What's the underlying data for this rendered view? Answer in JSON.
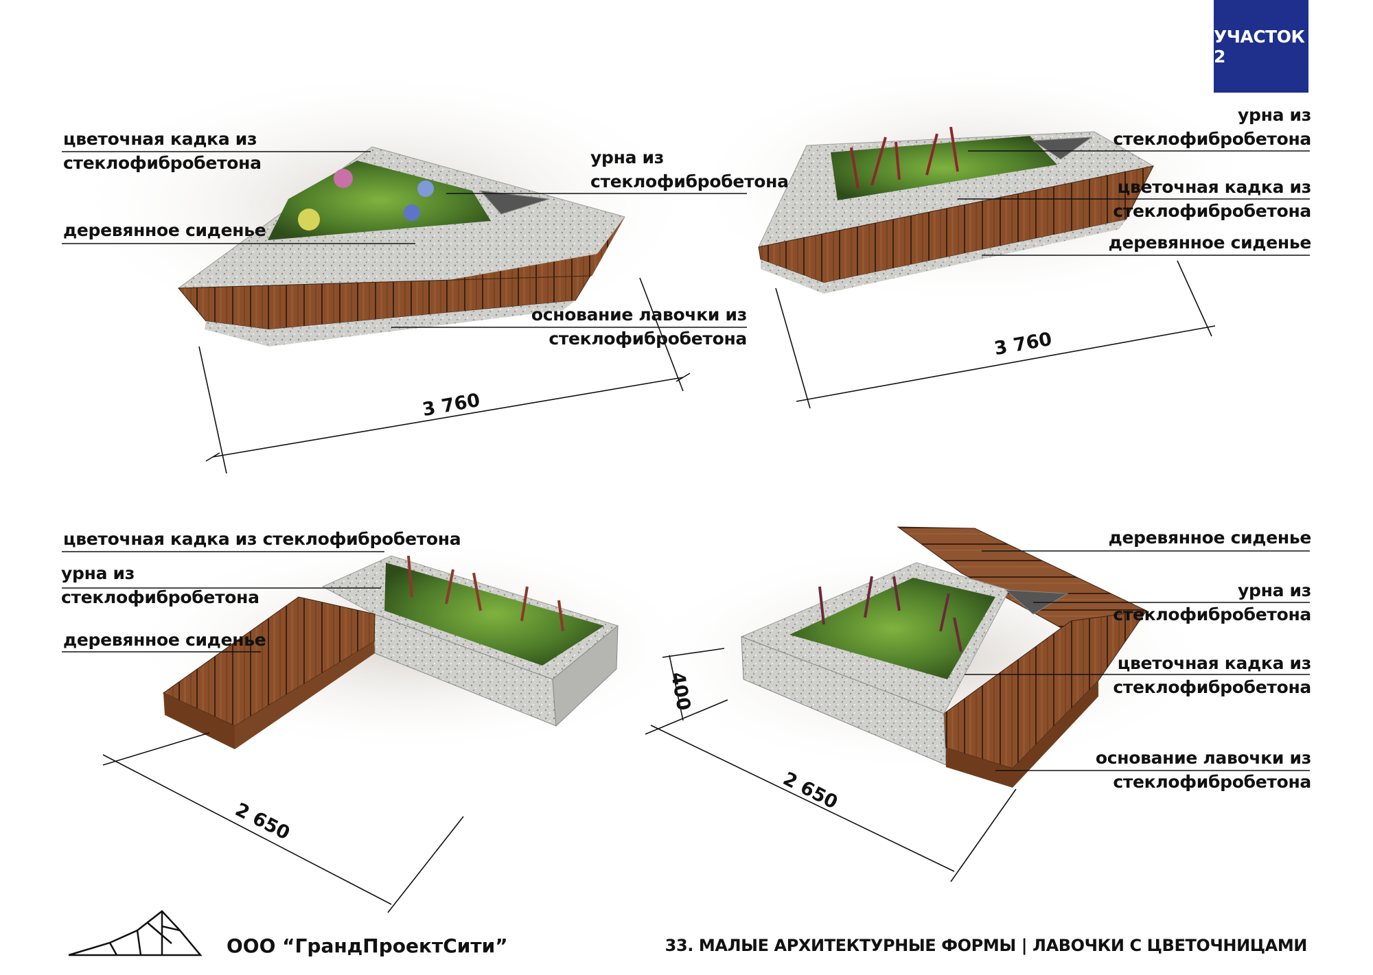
{
  "badge": "УЧАСТОК 2",
  "company": "ООО “ГрандПроектСити”",
  "footer_title": "33. МАЛЫЕ АРХИТЕКТУРНЫЕ ФОРМЫ | ЛАВОЧКИ С ЦВЕТОЧНИЦАМИ",
  "colors": {
    "badge": "#1e2f8c",
    "wood": "#8a4f2a",
    "concrete": "#c9c9c5",
    "plants": "#5b8f2e"
  },
  "views": [
    {
      "labels": {
        "planter": [
          "цветочная кадка из",
          "стеклофибробетона"
        ],
        "urn": [
          "урна из",
          "стеклофибробетона"
        ],
        "seat": [
          "деревянное сиденье"
        ],
        "base": [
          "основание лавочки из",
          "стеклофибробетона"
        ]
      },
      "dimension": "3 760"
    },
    {
      "labels": {
        "urn": [
          "урна из",
          "стеклофибробетона"
        ],
        "planter": [
          "цветочная кадка из",
          "стеклофибробетона"
        ],
        "seat": [
          "деревянное сиденье"
        ]
      },
      "dimension": "3 760"
    },
    {
      "labels": {
        "planter": [
          "цветочная кадка из стеклофибробетона"
        ],
        "urn": [
          "урна из",
          "стеклофибробетона"
        ],
        "seat": [
          "деревянное сиденье"
        ]
      },
      "dimension": "2 650"
    },
    {
      "labels": {
        "seat": [
          "деревянное сиденье"
        ],
        "urn": [
          "урна из",
          "стеклофибробетона"
        ],
        "planter": [
          "цветочная кадка из",
          "стеклофибробетона"
        ],
        "base": [
          "основание лавочки из",
          "стеклофибробетона"
        ]
      },
      "dimension": "2 650",
      "height_dimension": "400"
    }
  ]
}
